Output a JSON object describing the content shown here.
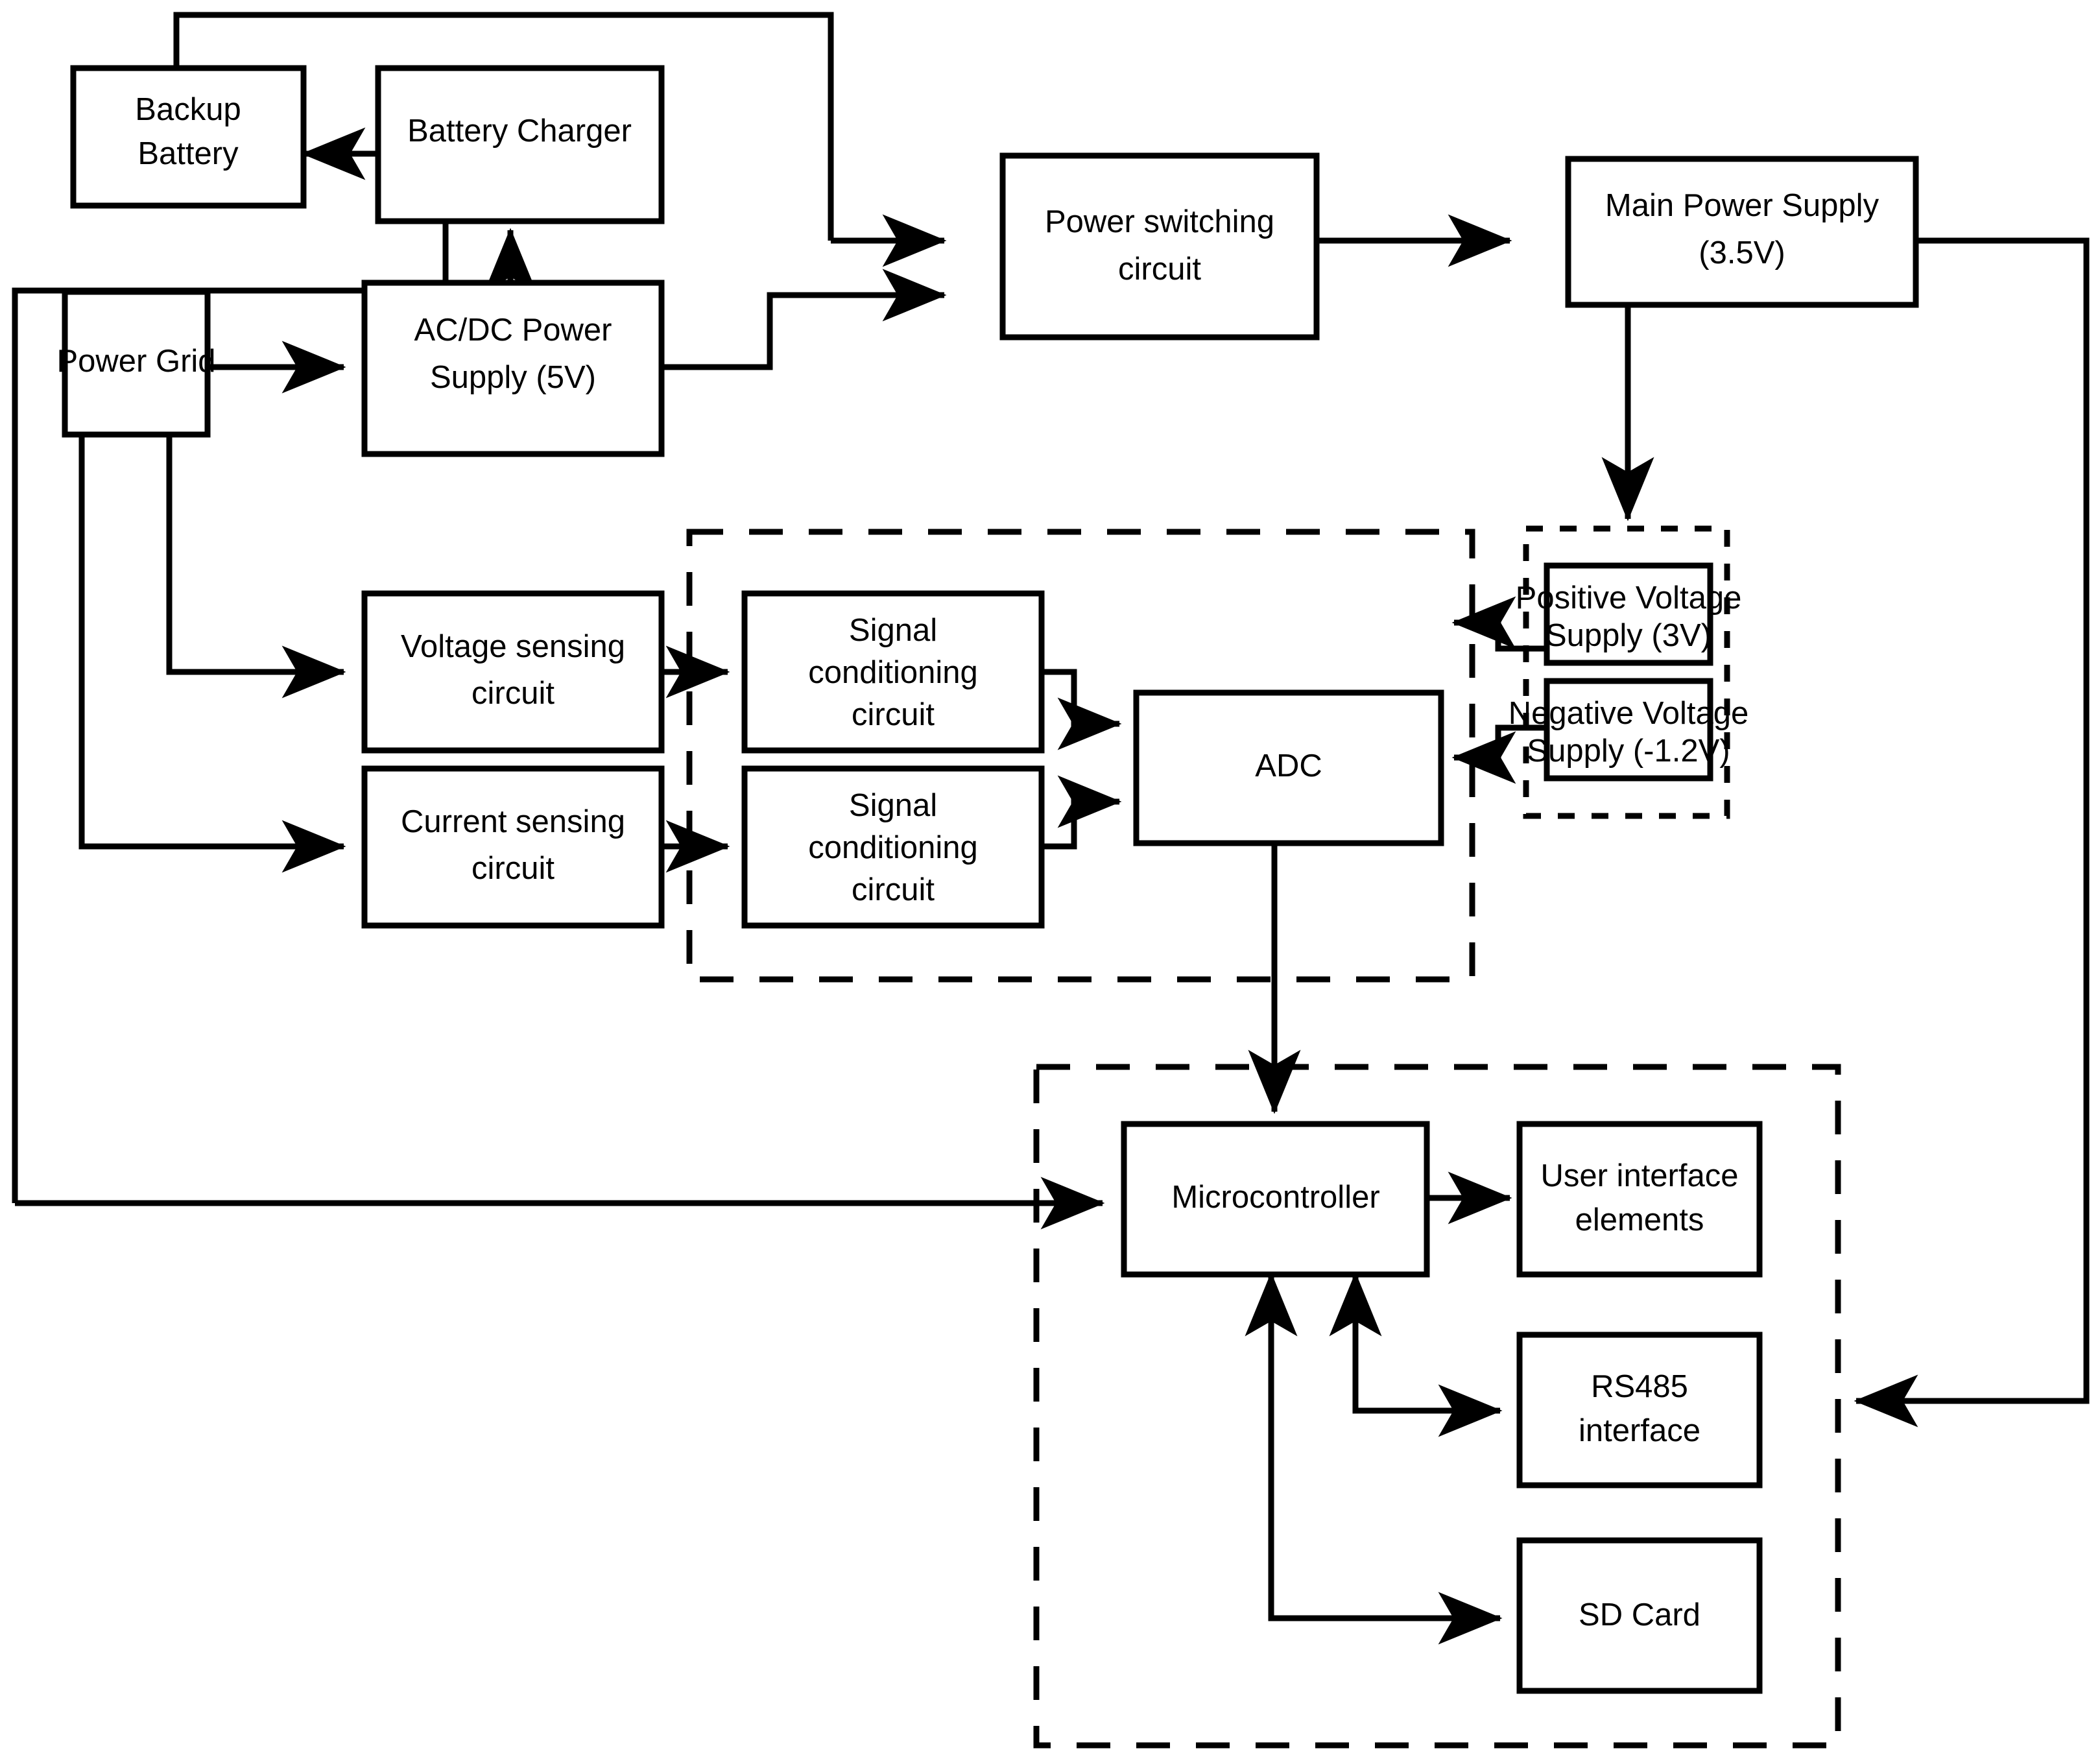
{
  "diagram": {
    "title": "Smart energy meter hardware block diagram",
    "line_color": "#000000",
    "box_fill": "#ffffff",
    "background": "#ffffff"
  },
  "blocks": {
    "backup_battery": {
      "line1": "Backup",
      "line2": "Battery"
    },
    "battery_charger": {
      "line1": "Battery Charger",
      "line2": ""
    },
    "power_grid": {
      "line1": "Power Grid",
      "line2": ""
    },
    "acdc_supply": {
      "line1": "AC/DC Power",
      "line2": "Supply (5V)"
    },
    "power_switching": {
      "line1": "Power switching",
      "line2": "circuit"
    },
    "main_power_supply": {
      "line1": "Main Power Supply",
      "line2": "(3.5V)"
    },
    "voltage_sensing": {
      "line1": "Voltage sensing",
      "line2": "circuit"
    },
    "current_sensing": {
      "line1": "Current sensing",
      "line2": "circuit"
    },
    "signal_cond_1": {
      "line1": "Signal",
      "line2": "conditioning",
      "line3": "circuit"
    },
    "signal_cond_2": {
      "line1": "Signal",
      "line2": "conditioning",
      "line3": "circuit"
    },
    "adc": {
      "line1": "ADC",
      "line2": ""
    },
    "positive_voltage_supply": {
      "line1": "Positive Voltage",
      "line2": "Supply (3V)"
    },
    "negative_voltage_supply": {
      "line1": "Negative Voltage",
      "line2": "Supply (-1.2V)"
    },
    "microcontroller": {
      "line1": "Microcontroller",
      "line2": ""
    },
    "user_interface": {
      "line1": "User interface",
      "line2": "elements"
    },
    "rs485": {
      "line1": "RS485",
      "line2": "interface"
    },
    "sd_card": {
      "line1": "SD Card",
      "line2": ""
    }
  },
  "groups": {
    "analog_front_end": {
      "style": "dashed"
    },
    "voltage_supplies": {
      "style": "dotted"
    },
    "digital_section": {
      "style": "dashed"
    }
  }
}
